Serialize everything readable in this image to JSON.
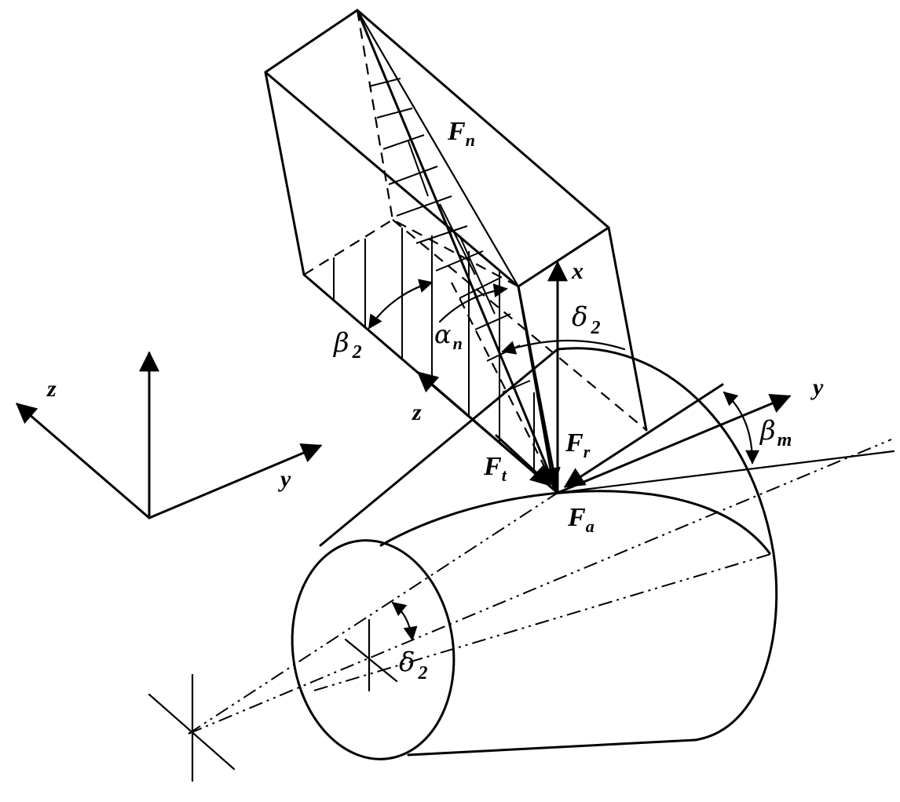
{
  "labels": {
    "Fn": {
      "main": "F",
      "sub": "n"
    },
    "Ft": {
      "main": "F",
      "sub": "t"
    },
    "Fr": {
      "main": "F",
      "sub": "r"
    },
    "Fa": {
      "main": "F",
      "sub": "a"
    },
    "x": "x",
    "y_local": "y",
    "z_local": "z",
    "z_global": "z",
    "y_global": "y",
    "beta2": {
      "main": "β",
      "sub": "2"
    },
    "alpha_n": {
      "main": "α",
      "sub": "n"
    },
    "delta2_top": {
      "main": "δ",
      "sub": "2"
    },
    "beta_m": {
      "main": "β",
      "sub": "m"
    },
    "delta2_bottom": {
      "main": "δ",
      "sub": "2"
    }
  },
  "colors": {
    "stroke": "#000000",
    "background": "#ffffff"
  }
}
